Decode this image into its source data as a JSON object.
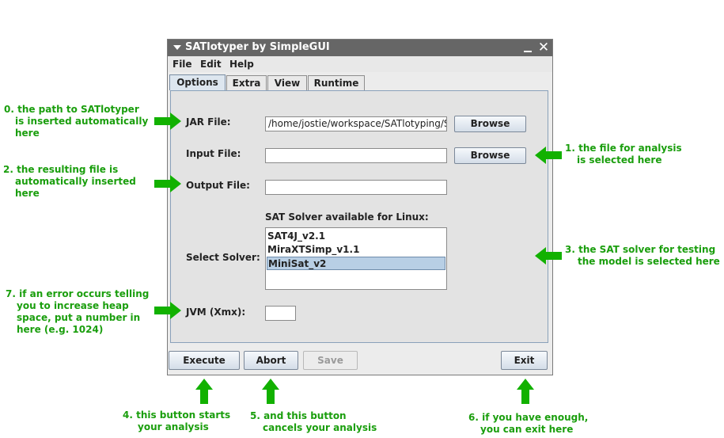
{
  "window": {
    "title": "SATlotyper by SimpleGUI",
    "close_glyph": "✕",
    "menu": [
      "File",
      "Edit",
      "Help"
    ],
    "tabs": [
      "Options",
      "Extra",
      "View",
      "Runtime"
    ],
    "active_tab": "Options"
  },
  "form": {
    "jar_label": "JAR File:",
    "jar_value": "/home/jostie/workspace/SATlotyping/S",
    "input_label": "Input File:",
    "input_value": "",
    "output_label": "Output File:",
    "output_value": "",
    "browse_label": "Browse",
    "solver_caption": "SAT Solver available for Linux:",
    "select_label": "Select Solver:",
    "solvers": [
      "SAT4J_v2.1",
      "MiraXTSimp_v1.1",
      "MiniSat_v2"
    ],
    "selected_solver": "MiniSat_v2",
    "jvm_label": "JVM (Xmx):",
    "jvm_value": ""
  },
  "buttons": {
    "execute": "Execute",
    "abort": "Abort",
    "save": "Save",
    "exit": "Exit"
  },
  "annotations": {
    "a0": [
      "0. the path to SATlotyper",
      "is inserted automatically",
      "here"
    ],
    "a1": [
      "1. the file for analysis",
      "is selected here"
    ],
    "a2": [
      "2. the resulting file is",
      "automatically inserted",
      "here"
    ],
    "a3": [
      "3. the SAT solver for testing",
      "the model is selected here"
    ],
    "a4": [
      "4. this button starts",
      "your analysis"
    ],
    "a5": [
      "5. and this button",
      "cancels your analysis"
    ],
    "a6": [
      "6. if you have enough,",
      "you can exit here"
    ],
    "a7": [
      "7. if an error occurs telling",
      "you to increase heap",
      "space, put a number in",
      "here (e.g. 1024)"
    ]
  },
  "colors": {
    "annotation_green": "#1a9e0d",
    "arrow_green": "#12b100",
    "titlebar": "#666666",
    "selection": "#b8cfe5"
  }
}
